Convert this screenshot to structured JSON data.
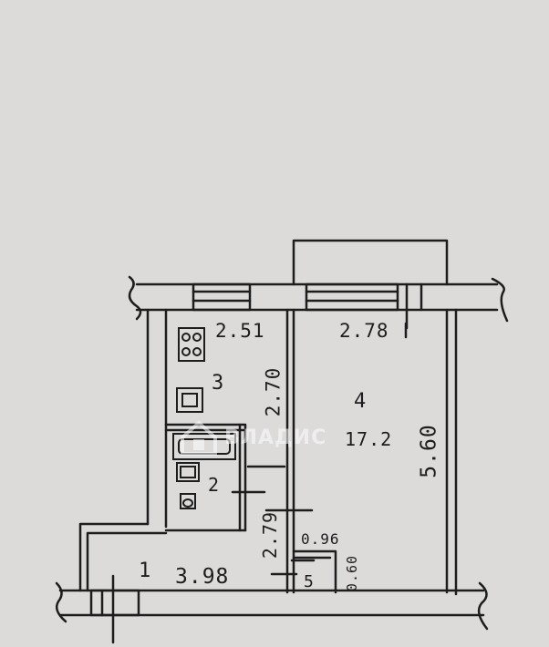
{
  "watermark": {
    "text": "ВЛАДИС"
  },
  "rooms": [
    {
      "id": "1",
      "number": "1"
    },
    {
      "id": "2",
      "number": "2"
    },
    {
      "id": "3",
      "number": "3"
    },
    {
      "id": "4",
      "number": "4"
    },
    {
      "id": "5",
      "number": "5"
    }
  ],
  "dimensions": {
    "kitchen_width": "2.51",
    "room_width": "2.78",
    "kitchen_length": "2.70",
    "room_length": "5.60",
    "room_area": "17.2",
    "hall_width": "3.98",
    "corridor_length": "2.79",
    "closet_width": "0.96",
    "closet_depth": "0.60"
  },
  "colors": {
    "paper": "#dddbda",
    "ink": "#1e1d1d"
  }
}
